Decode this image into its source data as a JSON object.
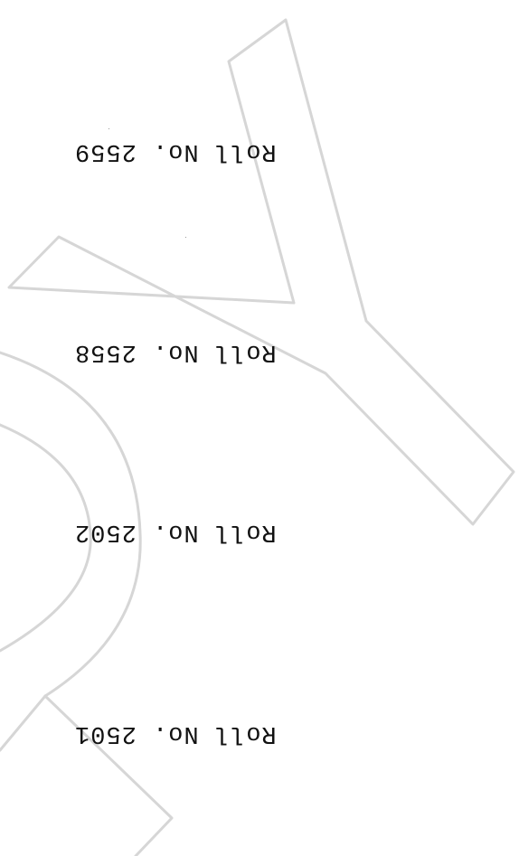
{
  "document": {
    "watermark_name": "logo-watermark",
    "watermark_color": "#d6d6d6",
    "orientation": "upside-down",
    "labels": [
      "Roll No. 2559",
      "Roll No. 2558",
      "Roll No. 2502",
      "Roll No. 2501"
    ]
  }
}
